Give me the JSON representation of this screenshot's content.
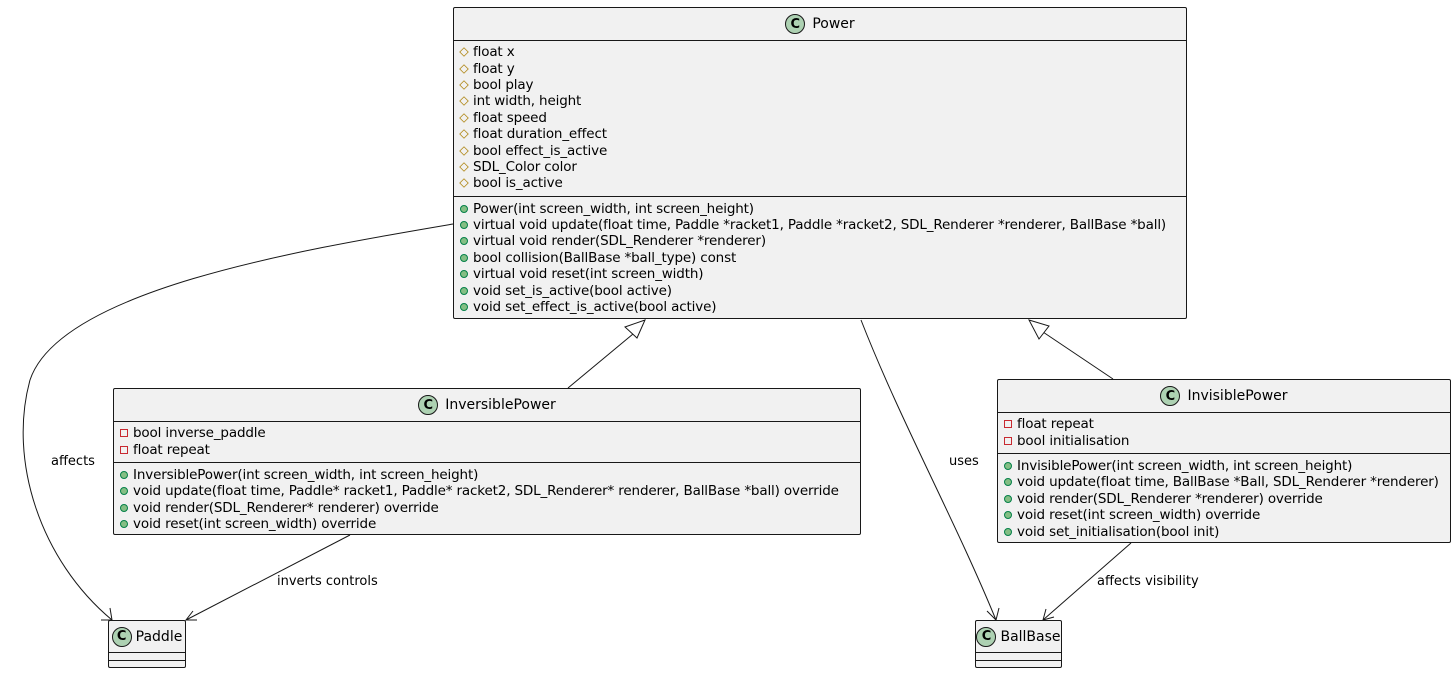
{
  "diagram": {
    "stereotype_letter": "C",
    "classes": {
      "power": {
        "name": "Power",
        "attributes": [
          {
            "vis": "protected",
            "text": "float x"
          },
          {
            "vis": "protected",
            "text": "float y"
          },
          {
            "vis": "protected",
            "text": "bool play"
          },
          {
            "vis": "protected",
            "text": "int width, height"
          },
          {
            "vis": "protected",
            "text": "float speed"
          },
          {
            "vis": "protected",
            "text": "float duration_effect"
          },
          {
            "vis": "protected",
            "text": "bool effect_is_active"
          },
          {
            "vis": "protected",
            "text": "SDL_Color color"
          },
          {
            "vis": "protected",
            "text": "bool is_active"
          }
        ],
        "methods": [
          {
            "vis": "public",
            "text": "Power(int screen_width, int screen_height)"
          },
          {
            "vis": "public",
            "text": "virtual void update(float time, Paddle *racket1, Paddle *racket2, SDL_Renderer *renderer, BallBase *ball)"
          },
          {
            "vis": "public",
            "text": "virtual void render(SDL_Renderer *renderer)"
          },
          {
            "vis": "public",
            "text": "bool collision(BallBase *ball_type) const"
          },
          {
            "vis": "public",
            "text": "virtual void reset(int screen_width)"
          },
          {
            "vis": "public",
            "text": "void set_is_active(bool active)"
          },
          {
            "vis": "public",
            "text": "void set_effect_is_active(bool active)"
          }
        ]
      },
      "inversible": {
        "name": "InversiblePower",
        "attributes": [
          {
            "vis": "private",
            "text": "bool inverse_paddle"
          },
          {
            "vis": "private",
            "text": "float repeat"
          }
        ],
        "methods": [
          {
            "vis": "public",
            "text": "InversiblePower(int screen_width, int screen_height)"
          },
          {
            "vis": "public",
            "text": "void update(float time, Paddle* racket1, Paddle* racket2, SDL_Renderer* renderer, BallBase *ball) override"
          },
          {
            "vis": "public",
            "text": "void render(SDL_Renderer* renderer) override"
          },
          {
            "vis": "public",
            "text": "void reset(int screen_width) override"
          }
        ]
      },
      "invisible": {
        "name": "InvisiblePower",
        "attributes": [
          {
            "vis": "private",
            "text": "float repeat"
          },
          {
            "vis": "private",
            "text": "bool initialisation"
          }
        ],
        "methods": [
          {
            "vis": "public",
            "text": "InvisiblePower(int screen_width, int screen_height)"
          },
          {
            "vis": "public",
            "text": "void update(float time, BallBase *Ball, SDL_Renderer *renderer)"
          },
          {
            "vis": "public",
            "text": "void render(SDL_Renderer *renderer) override"
          },
          {
            "vis": "public",
            "text": "void reset(int screen_width) override"
          },
          {
            "vis": "public",
            "text": "void set_initialisation(bool init)"
          }
        ]
      },
      "paddle": {
        "name": "Paddle",
        "attributes": [],
        "methods": []
      },
      "ballbase": {
        "name": "BallBase",
        "attributes": [],
        "methods": []
      }
    },
    "relations": [
      {
        "id": "inversible-extends-power",
        "type": "inheritance",
        "from": "InversiblePower",
        "to": "Power",
        "label": ""
      },
      {
        "id": "invisible-extends-power",
        "type": "inheritance",
        "from": "InvisiblePower",
        "to": "Power",
        "label": ""
      },
      {
        "id": "power-affects-paddle",
        "type": "association",
        "from": "Power",
        "to": "Paddle",
        "label": "affects"
      },
      {
        "id": "power-uses-ballbase",
        "type": "association",
        "from": "Power",
        "to": "BallBase",
        "label": "uses"
      },
      {
        "id": "inversible-inverts-paddle",
        "type": "association",
        "from": "InversiblePower",
        "to": "Paddle",
        "label": "inverts controls"
      },
      {
        "id": "invisible-affects-ballbase",
        "type": "association",
        "from": "InvisiblePower",
        "to": "BallBase",
        "label": "affects visibility"
      }
    ],
    "colors": {
      "class_fill": "#f1f1f1",
      "border": "#181818",
      "badge": "#add1b2",
      "protected": "#b38d22",
      "private": "#c82930",
      "public": "#84be84"
    }
  }
}
